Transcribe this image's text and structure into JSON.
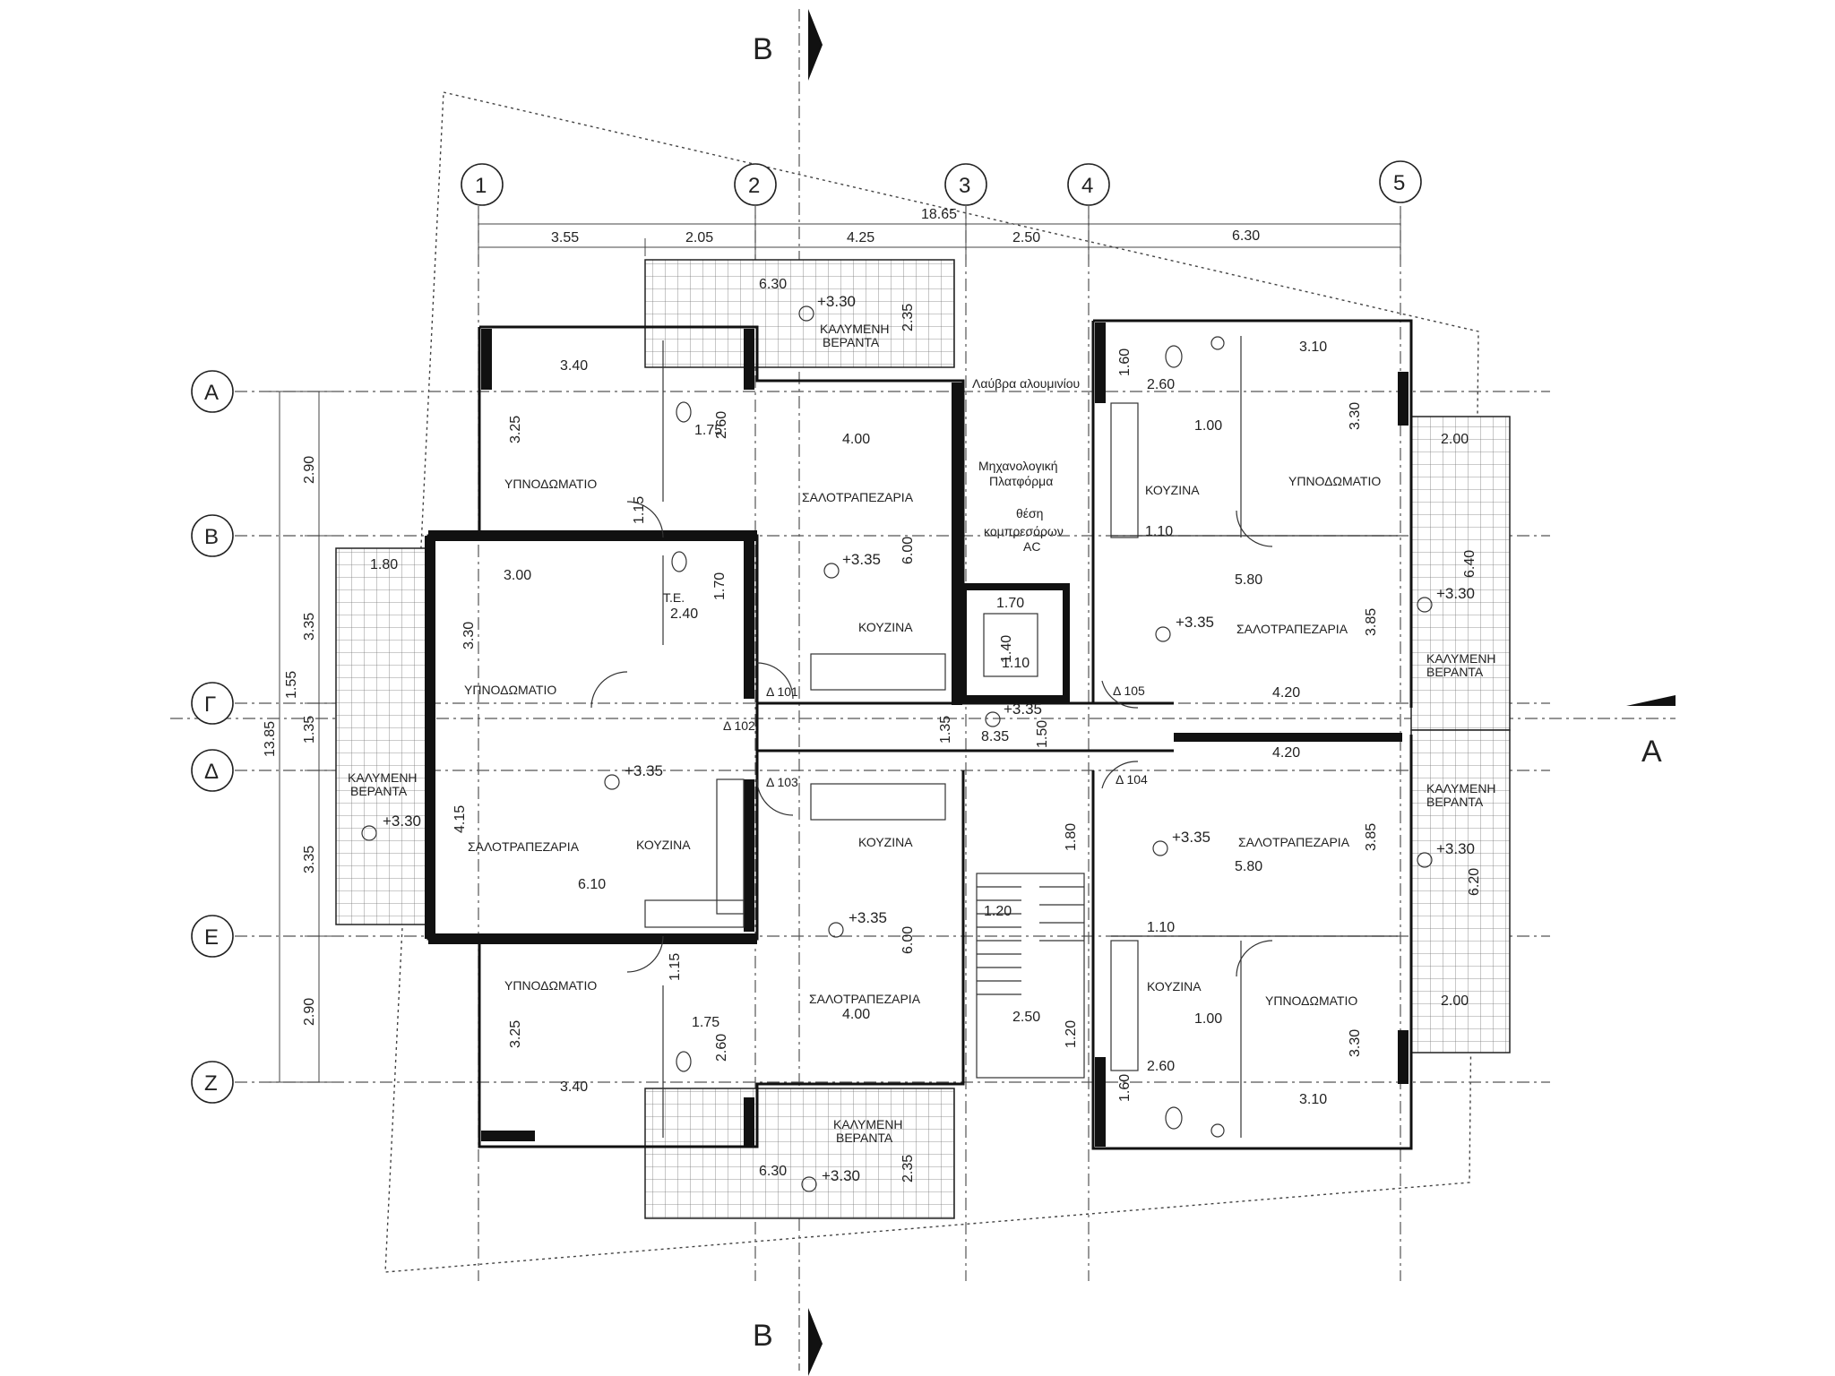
{
  "section_marks": {
    "bb_top": "B",
    "bb_bottom": "B",
    "aa_right": "A"
  },
  "column_axes": [
    "1",
    "2",
    "3",
    "4",
    "5"
  ],
  "row_axes": [
    "A",
    "B",
    "Γ",
    "Δ",
    "E",
    "Z"
  ],
  "top_dimensions": {
    "overall": "18.65",
    "segments": [
      "3.55",
      "2.05",
      "4.25",
      "2.50",
      "6.30"
    ]
  },
  "left_dimensions": {
    "overall": "13.85",
    "segments": [
      "2.90",
      "3.35",
      "1.55",
      "1.35",
      "3.35",
      "2.90"
    ]
  },
  "rooms": {
    "bedroom": "ΥΠΝΟΔΩΜΑΤΙΟ",
    "living_dining": "ΣΑΛΟΤΡΑΠΕΖΑΡΙΑ",
    "kitchen": "ΚΟΥΖΙΝΑ",
    "covered_veranda_line1": "ΚΑΛΥΜΕΝΗ",
    "covered_veranda_line2": "ΒΕΡΑΝΤΑ",
    "wc": "Τ.Ε.",
    "aluminium_louvre": "Λαύβρα αλουμινίου",
    "mech_platform_line1": "Μηχανολογική",
    "mech_platform_line2": "Πλατφόρμα",
    "ac_line1": "θέση",
    "ac_line2": "κομπρεσόρων",
    "ac_line3": "AC"
  },
  "levels": {
    "floor": "+3.35",
    "veranda": "+3.30"
  },
  "doors": [
    "Δ 101",
    "Δ 102",
    "Δ 103",
    "Δ 104",
    "Δ 105"
  ],
  "room_dimensions": {
    "top_left_bed_w": "3.40",
    "top_left_bed_h": "3.25",
    "top_left_bath_h": "2.60",
    "top_left_bath_w": "1.75",
    "top_left_door": "1.15",
    "top_left_living_w": "4.00",
    "top_left_living_h": "6.00",
    "top_veranda_w": "6.30",
    "top_veranda_h": "2.35",
    "mid_left_bed_w": "3.00",
    "mid_left_bed_h": "3.30",
    "mid_left_bath_w": "2.40",
    "mid_left_bath_h": "1.70",
    "left_veranda_w": "1.80",
    "mid_left_living_h": "4.15",
    "mid_left_living_w": "6.10",
    "corridor_w": "8.35",
    "corridor_h": "1.35",
    "elevator_w": "1.70",
    "elevator_h": "1.40",
    "elevator_in": "1.10",
    "shaft": "1.50",
    "stair_top": "1.80",
    "stair_w": "1.20",
    "stair_len": "2.50",
    "stair_bottom": "1.20",
    "right_bath_h": "1.60",
    "right_bath_w": "2.60",
    "right_bed_w": "3.10",
    "right_bed_h": "3.30",
    "right_kitchen_w": "1.00",
    "right_kitchen_b": "1.10",
    "right_veranda_w": "2.00",
    "right_veranda_h": "6.40",
    "right_living_w": "5.80",
    "right_living_h": "3.85",
    "right_living_w2": "4.20",
    "bottom_left_living_w": "4.00",
    "bottom_left_living_h": "6.00",
    "bottom_veranda_w": "6.30",
    "bottom_veranda_h": "2.35",
    "bottom_right_veranda_h": "6.20",
    "bottom_right_veranda_w": "2.00"
  }
}
